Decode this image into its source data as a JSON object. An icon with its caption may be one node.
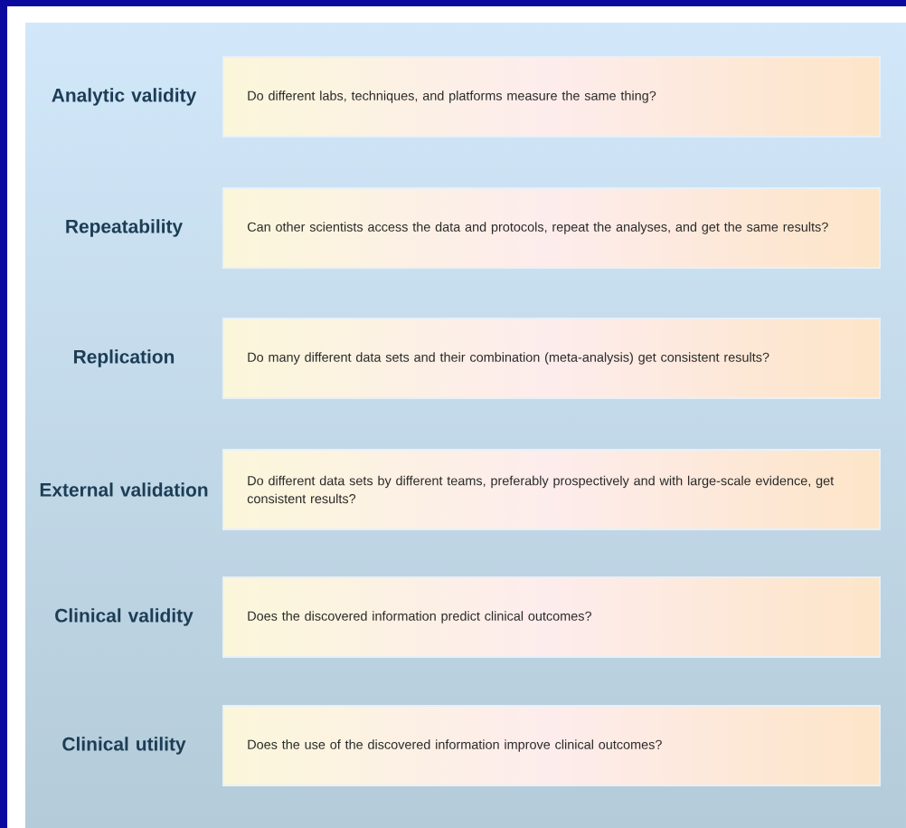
{
  "diagram": {
    "nodes": [
      {
        "text": [
          "Analytic validity",
          "Do different labs, techniques, and platforms measure the same thing?"
        ]
      },
      {
        "text": [
          "Repeatability",
          "Can other scientists access the data and protocols, repeat the analyses, and get the same results?"
        ]
      },
      {
        "text": [
          "Replication",
          "Do many different data sets and their combination (meta-analysis) get consistent results?"
        ]
      },
      {
        "text": [
          "External validation",
          "Do different data sets by different teams, preferably prospectively and with large-scale evidence, get consistent results?"
        ]
      },
      {
        "text": [
          "Clinical validity",
          "Does the discovered information predict clinical outcomes?"
        ]
      },
      {
        "text": [
          "Clinical utility",
          "Does the use of the discovered information improve clinical outcomes?"
        ]
      }
    ]
  }
}
